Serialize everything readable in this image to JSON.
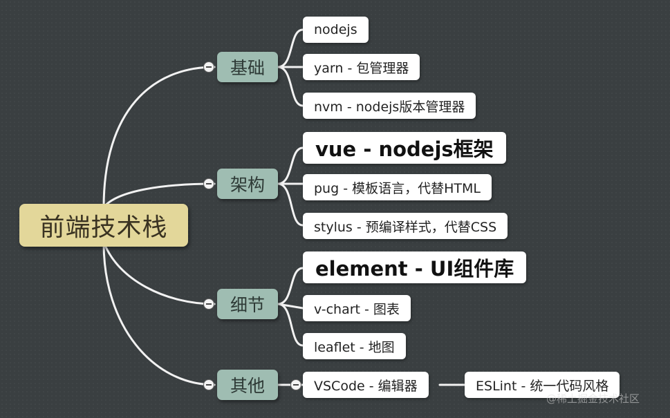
{
  "root": "前端技术栈",
  "branches": [
    {
      "label": "基础",
      "children": [
        "nodejs",
        "yarn - 包管理器",
        "nvm - nodejs版本管理器"
      ]
    },
    {
      "label": "架构",
      "children": [
        "vue - nodejs框架",
        "pug - 模板语言，代替HTML",
        "stylus - 预编译样式，代替CSS"
      ]
    },
    {
      "label": "细节",
      "children": [
        "element - UI组件库",
        "v-chart - 图表",
        "leaflet - 地图"
      ]
    },
    {
      "label": "其他",
      "children": [
        "VSCode - 编辑器"
      ],
      "sub": "ESLint - 统一代码风格"
    }
  ],
  "watermark": "@稀土掘金技术社区"
}
